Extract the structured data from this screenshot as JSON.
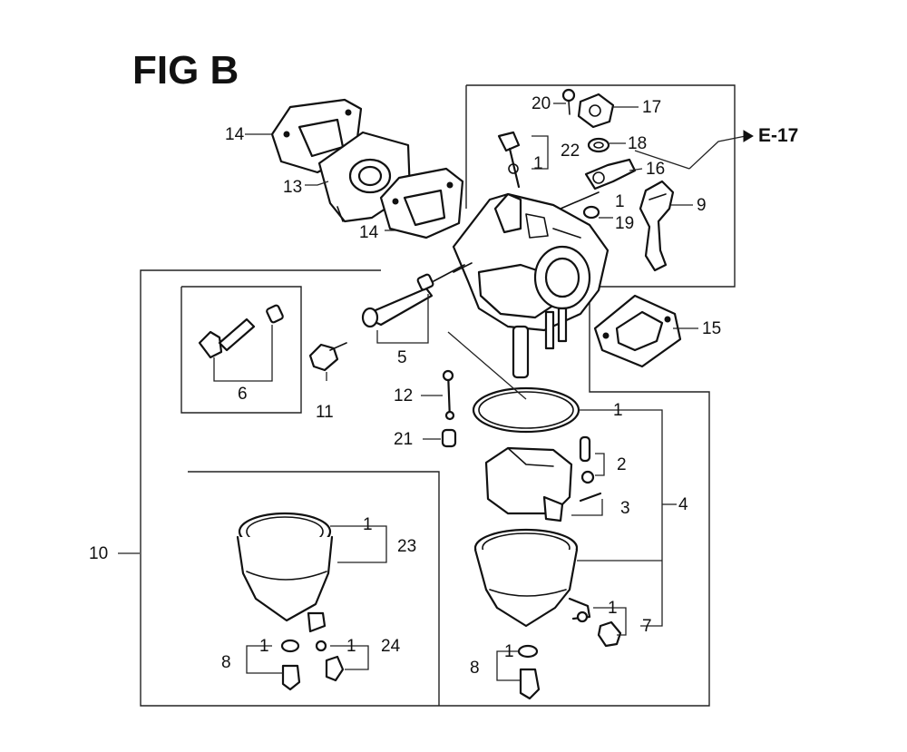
{
  "title": "FIG B",
  "reference": "E-17",
  "callouts": {
    "c1_a": "1",
    "c1_b": "1",
    "c1_c": "1",
    "c1_d": "1",
    "c1_e": "1",
    "c1_f": "1",
    "c1_g": "1",
    "c1_h": "1",
    "c2": "2",
    "c3": "3",
    "c4": "4",
    "c5": "5",
    "c6": "6",
    "c7": "7",
    "c8_a": "8",
    "c8_b": "8",
    "c9": "9",
    "c10": "10",
    "c11": "11",
    "c12": "12",
    "c13": "13",
    "c14_a": "14",
    "c14_b": "14",
    "c15": "15",
    "c16": "16",
    "c17": "17",
    "c18": "18",
    "c19": "19",
    "c20": "20",
    "c21": "21",
    "c22": "22",
    "c23": "23",
    "c24": "24"
  }
}
